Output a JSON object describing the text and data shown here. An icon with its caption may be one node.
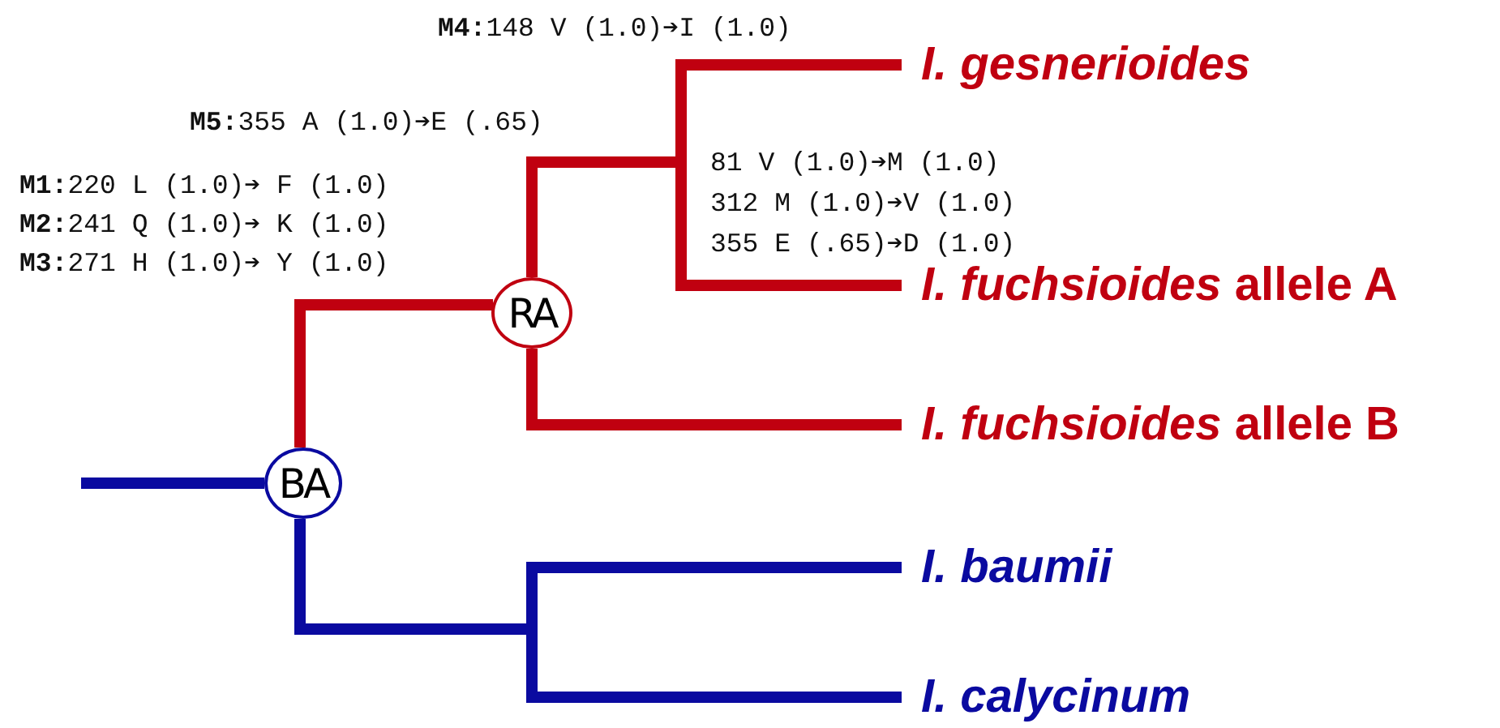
{
  "diagram": {
    "nodes": [
      {
        "text": [
          "BA"
        ]
      },
      {
        "text": [
          "RA"
        ]
      },
      {
        "text": [
          "I. gesnerioides"
        ]
      },
      {
        "text": [
          "*I. fuchsioides* allele A"
        ]
      },
      {
        "text": [
          "*I. fuchsioides* allele B"
        ]
      },
      {
        "text": [
          "I. baumii"
        ]
      },
      {
        "text": [
          "I. calycinum"
        ]
      }
    ],
    "edges": [
      {
        "from": null,
        "to": 0,
        "arrow": "none",
        "color": "#0a0aa0"
      },
      {
        "from": 0,
        "to": 1,
        "arrow": "none"
      },
      {
        "from": 1,
        "to": 2,
        "arrow": "none"
      },
      {
        "from": 1,
        "to": 3,
        "arrow": "none"
      },
      {
        "from": 1,
        "to": 4,
        "arrow": "none"
      },
      {
        "from": 0,
        "to": 5,
        "arrow": "none",
        "color": "#0a0aa0"
      },
      {
        "from": 0,
        "to": 6,
        "arrow": "none",
        "color": "#0a0aa0"
      }
    ],
    "labels": [
      "**M4:**148 V (1.0)➔I (1.0)",
      "**M5:**355 A (1.0)➔E (.65)",
      "**M1:**220 L (1.0)➔ F (1.0)",
      "**M2:**241 Q (1.0)➔ K (1.0)",
      "**M3:**271 H (1.0)➔ Y (1.0)",
      "81 V (1.0)➔M (1.0)",
      "312 M (1.0)➔V (1.0)",
      "355 E (.65)➔D (1.0)"
    ]
  }
}
